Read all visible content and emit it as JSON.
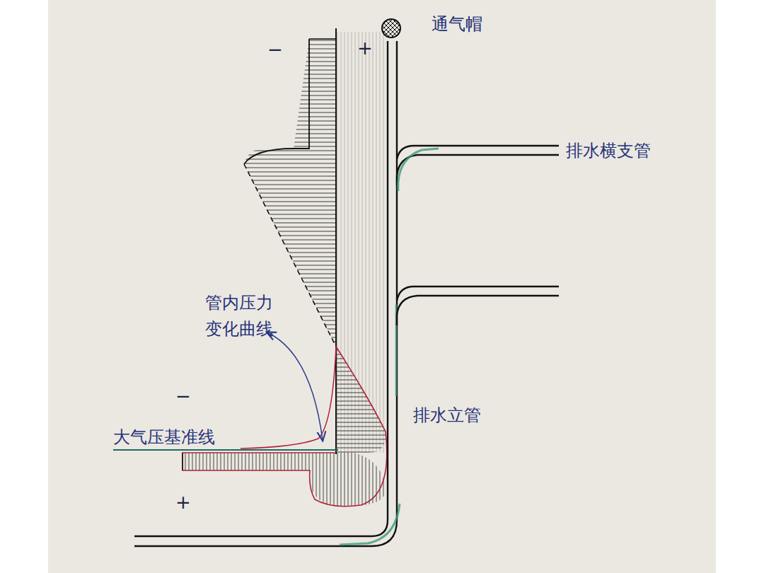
{
  "diagram": {
    "labels": [
      "通气帽",
      "−",
      "+",
      "排水横支管",
      "管内压力 变化曲线",
      "−",
      "排水立管",
      "大气压基准线",
      "+"
    ]
  }
}
